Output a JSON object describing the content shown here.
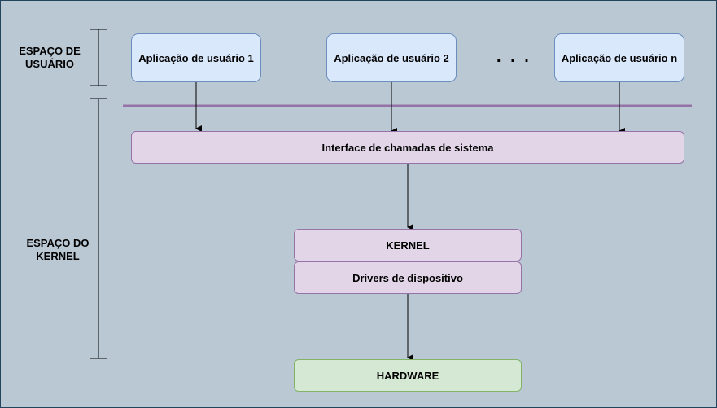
{
  "regions": {
    "user_space": "ESPAÇO DE USUÁRIO",
    "kernel_space": "ESPAÇO DO KERNEL"
  },
  "apps": [
    "Aplicação de usuário 1",
    "Aplicação de usuário 2",
    "Aplicação de usuário n"
  ],
  "ellipsis": ". . .",
  "syscall_interface": "Interface de chamadas de sistema",
  "kernel": "KERNEL",
  "drivers": "Drivers de dispositivo",
  "hardware": "HARDWARE",
  "colors": {
    "background": "#bac8d3",
    "app_fill": "#dae8fc",
    "app_stroke": "#6c8ebf",
    "kernel_fill": "#e1d5e7",
    "kernel_stroke": "#9673a6",
    "hardware_fill": "#d5e8d4",
    "hardware_stroke": "#82b366",
    "separator": "#9673a6"
  }
}
